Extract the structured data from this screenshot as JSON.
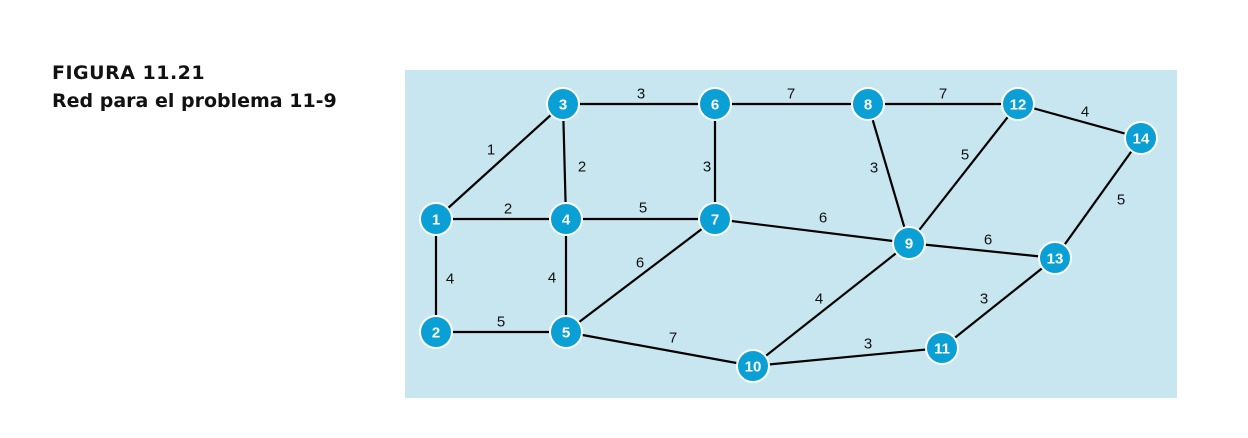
{
  "caption": {
    "figure": "FIGURA 11.21",
    "title": "Red para el problema 11-9"
  },
  "colors": {
    "background": "#c7e6ef",
    "node_fill": "#0aa0d6",
    "node_text": "#ffffff",
    "edge": "#000000"
  },
  "graph": {
    "nodes": [
      {
        "id": "1",
        "label": "1"
      },
      {
        "id": "2",
        "label": "2"
      },
      {
        "id": "3",
        "label": "3"
      },
      {
        "id": "4",
        "label": "4"
      },
      {
        "id": "5",
        "label": "5"
      },
      {
        "id": "6",
        "label": "6"
      },
      {
        "id": "7",
        "label": "7"
      },
      {
        "id": "8",
        "label": "8"
      },
      {
        "id": "9",
        "label": "9"
      },
      {
        "id": "10",
        "label": "10"
      },
      {
        "id": "11",
        "label": "11"
      },
      {
        "id": "12",
        "label": "12"
      },
      {
        "id": "13",
        "label": "13"
      },
      {
        "id": "14",
        "label": "14"
      }
    ],
    "edges": [
      {
        "from": "1",
        "to": "3",
        "weight": "1"
      },
      {
        "from": "1",
        "to": "4",
        "weight": "2"
      },
      {
        "from": "1",
        "to": "2",
        "weight": "4"
      },
      {
        "from": "2",
        "to": "5",
        "weight": "5"
      },
      {
        "from": "3",
        "to": "6",
        "weight": "3"
      },
      {
        "from": "3",
        "to": "4",
        "weight": "2"
      },
      {
        "from": "4",
        "to": "7",
        "weight": "5"
      },
      {
        "from": "4",
        "to": "5",
        "weight": "4"
      },
      {
        "from": "5",
        "to": "7",
        "weight": "6"
      },
      {
        "from": "5",
        "to": "10",
        "weight": "7"
      },
      {
        "from": "6",
        "to": "8",
        "weight": "7"
      },
      {
        "from": "6",
        "to": "7",
        "weight": "3"
      },
      {
        "from": "7",
        "to": "9",
        "weight": "6"
      },
      {
        "from": "8",
        "to": "12",
        "weight": "7"
      },
      {
        "from": "8",
        "to": "9",
        "weight": "3"
      },
      {
        "from": "9",
        "to": "12",
        "weight": "5"
      },
      {
        "from": "9",
        "to": "13",
        "weight": "6"
      },
      {
        "from": "9",
        "to": "10",
        "weight": "4"
      },
      {
        "from": "10",
        "to": "11",
        "weight": "3"
      },
      {
        "from": "11",
        "to": "13",
        "weight": "3"
      },
      {
        "from": "12",
        "to": "14",
        "weight": "4"
      },
      {
        "from": "13",
        "to": "14",
        "weight": "5"
      }
    ]
  }
}
